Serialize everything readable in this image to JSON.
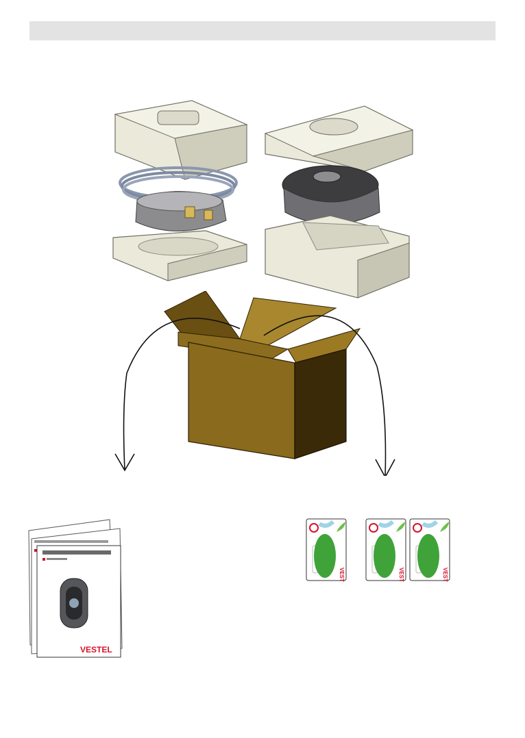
{
  "header": {
    "title": ""
  },
  "manual": {
    "back_heading": "",
    "front_heading": "",
    "front_subheading": "",
    "brand": "VESTEL"
  },
  "rfid_cards": {
    "count": 3,
    "brand": "VESTEL"
  },
  "colors": {
    "header_bar": "#e3e3e3",
    "foam": "#e8e6d6",
    "cardboard": "#8a6a1c",
    "brand_red": "#d5122b",
    "card_green": "#3fa33a"
  },
  "icons": {
    "packaging": "foam-packaging-icon",
    "box": "cardboard-box-icon",
    "manual": "user-manual-icon",
    "card": "rfid-card-icon"
  }
}
